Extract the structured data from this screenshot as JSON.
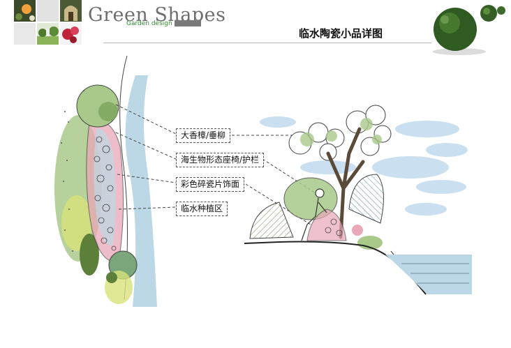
{
  "header": {
    "brand_name": "Green Shapes",
    "brand_tagline": "Garden design",
    "page_title": "临水陶瓷小品详图"
  },
  "callouts": [
    {
      "label": "大香樟/垂柳"
    },
    {
      "label": "海生物形态座椅/护栏"
    },
    {
      "label": "彩色碎瓷片饰面"
    },
    {
      "label": "临水种植区"
    }
  ],
  "colors": {
    "water_blue": "#bcd8e6",
    "foliage_green": "#a9c98a",
    "mosaic_pink": "#e9a7b8",
    "yellow_green": "#d8e27a"
  }
}
